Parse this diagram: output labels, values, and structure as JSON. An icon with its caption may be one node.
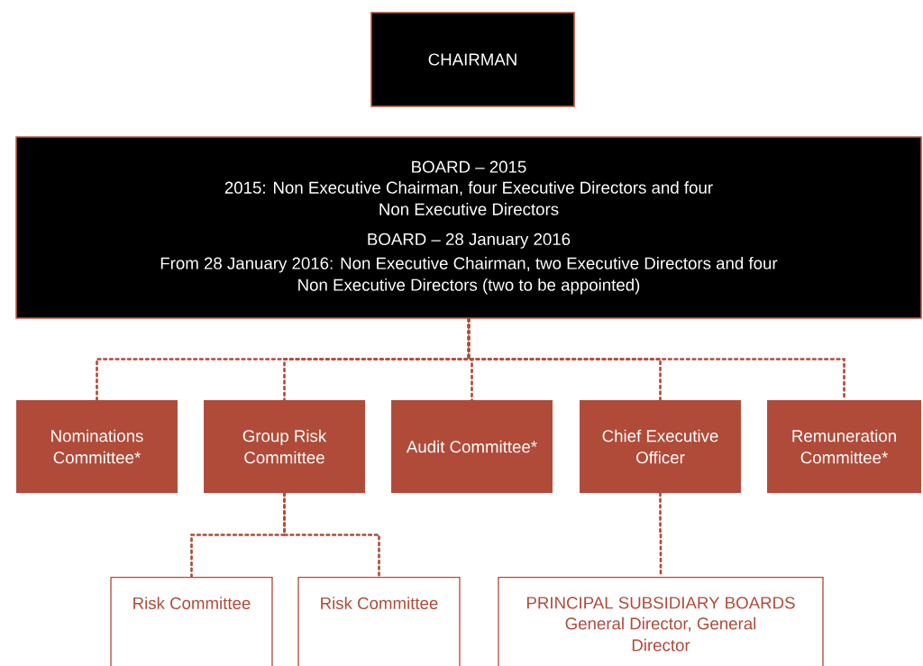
{
  "diagram": {
    "nodes": [
      {
        "text": [
          "CHAIRMAN"
        ]
      },
      {
        "text": [
          "BOARD – 2015",
          "2015: Non Executive Chairman, four Executive Directors and four Non Executive Directors",
          "BOARD – 28 January 2016",
          "From 28 January 2016: Non Executive Chairman, two Executive Directors and four Non Executive Directors (two to be appointed)"
        ]
      },
      {
        "text": [
          "Nominations Committee*"
        ]
      },
      {
        "text": [
          "Group Risk Committee"
        ]
      },
      {
        "text": [
          "Audit Committee*"
        ]
      },
      {
        "text": [
          "Chief Executive Officer"
        ]
      },
      {
        "text": [
          "Remuneration Committee*"
        ]
      },
      {
        "text": [
          "Risk Committee"
        ]
      },
      {
        "text": [
          "Risk Committee"
        ]
      },
      {
        "text": [
          "PRINCIPAL SUBSIDIARY BOARDS",
          "General Director, General Director"
        ]
      }
    ],
    "edges": [
      {
        "from": 1,
        "to": 2,
        "arrow": "none"
      },
      {
        "from": 1,
        "to": 3,
        "arrow": "none"
      },
      {
        "from": 1,
        "to": 4,
        "arrow": "none"
      },
      {
        "from": 1,
        "to": 5,
        "arrow": "none"
      },
      {
        "from": 1,
        "to": 6,
        "arrow": "none"
      },
      {
        "from": 3,
        "to": 7,
        "arrow": "none"
      },
      {
        "from": 3,
        "to": 8,
        "arrow": "none"
      },
      {
        "from": 5,
        "to": 9,
        "arrow": "none"
      }
    ]
  }
}
